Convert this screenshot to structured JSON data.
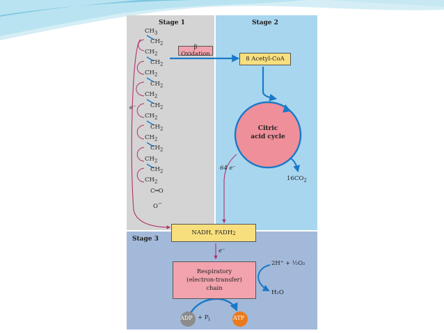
{
  "diagram": {
    "stage1_title": "Stage 1",
    "stage2_title": "Stage 2",
    "stage3_title": "Stage 3",
    "chain": {
      "ch3": "CH",
      "ch3_sub": "3",
      "ch2": "CH",
      "ch2_sub": "2",
      "carbonyl_c": "C",
      "carbonyl_eq": "═O",
      "carboxylate_o": "O",
      "carboxylate_charge": "−"
    },
    "beta_oxidation_label": "β Oxidation",
    "acetyl_coa_label": "8 Acetyl-CoA",
    "citric_line1": "Citric",
    "citric_line2": "acid cycle",
    "electrons_64": "64 e⁻",
    "electron_stage1": "e⁻",
    "co2_output": "16CO",
    "co2_sub": "2",
    "nadh_label": "NADH, FADH",
    "nadh_sub": "2",
    "electron_stage3": "e⁻",
    "resp_line1": "Respiratory",
    "resp_line2": "(electron-transfer)",
    "resp_line3": "chain",
    "oxygen_input": "2H⁺ + ½O₂",
    "water_output": "H₂O",
    "adp_label": "ADP",
    "pi_label": "+ P",
    "pi_sub": "i",
    "atp_label": "ATP"
  },
  "colors": {
    "stage1_bg": "#d4d4d4",
    "stage2_bg": "#a8d6ef",
    "stage3_bg": "#a3b9da",
    "pink_box": "#f2a3ad",
    "yellow_box": "#f8df7e",
    "cycle_fill": "#ef8f9a",
    "blue_arrow": "#1a79c6",
    "magenta_arrow": "#b0306a",
    "adp_circle": "#8c8c8c",
    "atp_circle": "#ea7a1c"
  }
}
